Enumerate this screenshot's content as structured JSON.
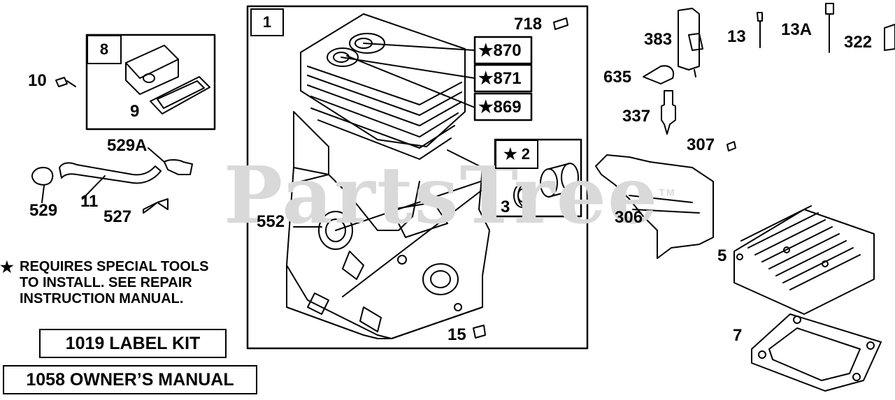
{
  "watermark": {
    "text": "PartsTree",
    "tm": "TM"
  },
  "boxes": {
    "main_index": "1",
    "gasket_index": "8",
    "bearing_index": "★ 2"
  },
  "callouts": {
    "p718": "718",
    "p870": "★870",
    "p871": "★871",
    "p869": "★869",
    "p552": "552",
    "p3": "3",
    "p15": "15",
    "p10": "10",
    "p9": "9",
    "p529A": "529A",
    "p529": "529",
    "p11": "11",
    "p527": "527",
    "p383": "383",
    "p13": "13",
    "p13A": "13A",
    "p322": "322",
    "p635": "635",
    "p337": "337",
    "p307": "307",
    "p306": "306",
    "p5": "5",
    "p7": "7"
  },
  "note": {
    "star": "★",
    "line1": "REQUIRES SPECIAL TOOLS",
    "line2": "TO INSTALL.  SEE REPAIR",
    "line3": "INSTRUCTION MANUAL."
  },
  "kits": {
    "label_kit": "1019 LABEL KIT",
    "owners_manual": "1058 OWNER’S MANUAL"
  }
}
